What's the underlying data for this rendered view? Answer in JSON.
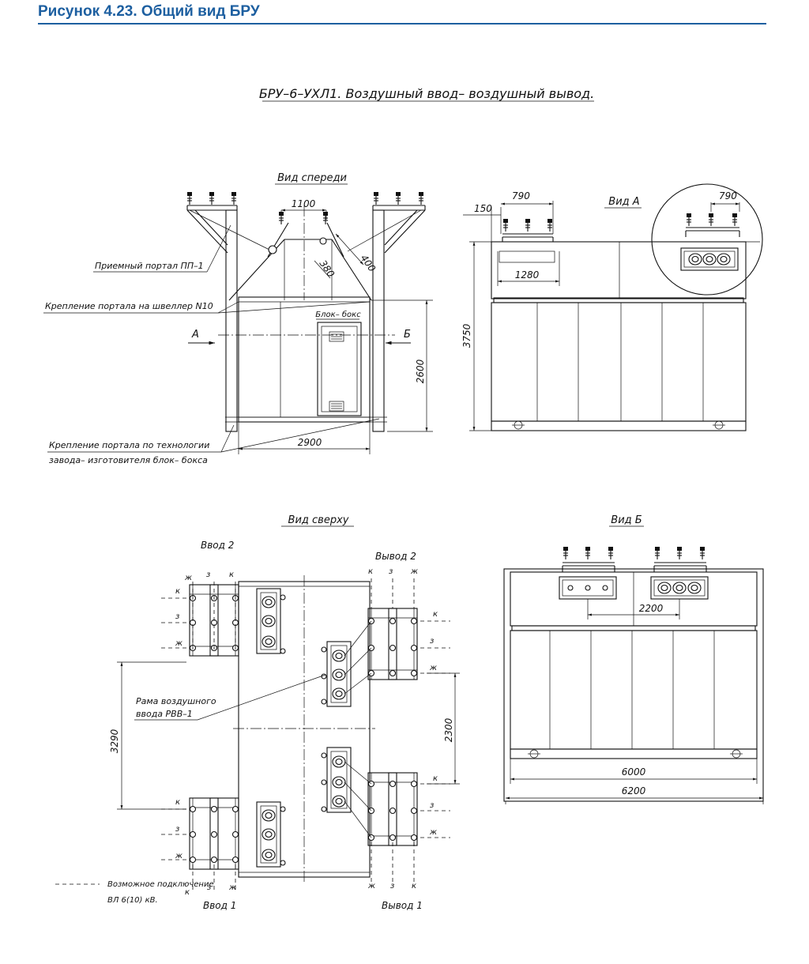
{
  "header": {
    "title": "Рисунок 4.23. Общий вид БРУ"
  },
  "drawing": {
    "main_title": "БРУ–6–УХЛ1. Воздушный ввод– воздушный вывод.",
    "front_view": {
      "title": "Вид спереди",
      "dim_top": "1100",
      "dim_diag": "400",
      "dim_diag_small": "380",
      "dim_height": "2600",
      "dim_width": "2900",
      "arrow_left": "А",
      "arrow_right": "Б",
      "box_label": "Блок– бокс",
      "callout_portal": "Приемный портал ПП–1",
      "callout_mount": "Крепление портала на швеллер N10",
      "callout_tech_1": "Крепление портала по технологии",
      "callout_tech_2": "завода– изготовителя блок– бокса"
    },
    "view_a": {
      "title": "Вид А",
      "dim_150": "150",
      "dim_790_left": "790",
      "dim_790_right": "790",
      "dim_1280": "1280",
      "dim_3750": "3750"
    },
    "top_view": {
      "title": "Вид сверху",
      "input_2": "Ввод 2",
      "output_2": "Вывод 2",
      "input_1": "Ввод 1",
      "output_1": "Вывод 1",
      "phase_k": "к",
      "phase_z": "з",
      "phase_zh": "ж",
      "frame_1": "Рама воздушного",
      "frame_2": "ввода РВВ–1",
      "dim_3290": "3290",
      "dim_2300": "2300",
      "legend_1": "Возможное подключение",
      "legend_2": "ВЛ 6(10) кВ."
    },
    "view_b": {
      "title": "Вид Б",
      "dim_2200": "2200",
      "dim_6000": "6000",
      "dim_6200": "6200"
    }
  }
}
